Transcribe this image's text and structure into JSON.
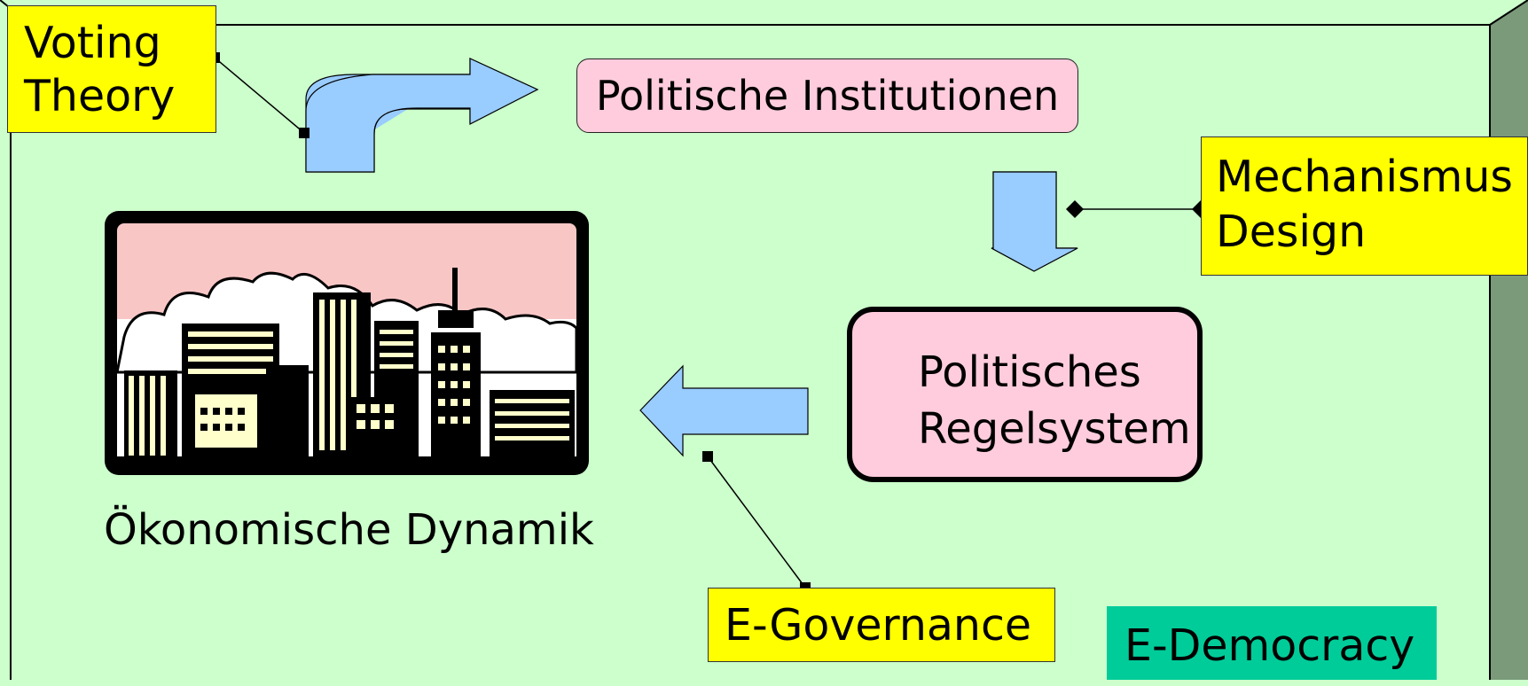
{
  "diagram": {
    "voting_theory": [
      "Voting",
      "Theory"
    ],
    "politische_institutionen": "Politische Institutionen",
    "mechanismus_design": [
      "Mechanismus",
      "Design"
    ],
    "politisches_regelsystem": [
      "Politisches",
      "Regelsystem"
    ],
    "oekonomische_dynamik": "Ökonomische Dynamik",
    "e_governance": "E-Governance",
    "e_democracy": "E-Democracy"
  },
  "colors": {
    "background": "#ccffcc",
    "shadow_panel": "#7a9a7a",
    "note_yellow": "#ffff00",
    "pink_box": "#ffccdd",
    "arrow_blue": "#99ccff",
    "e_democracy_box": "#00cc99",
    "city_sky": "#f9c6c6",
    "city_building_fill": "#ffffcc"
  },
  "icons": [
    "city-skyline-icon"
  ]
}
